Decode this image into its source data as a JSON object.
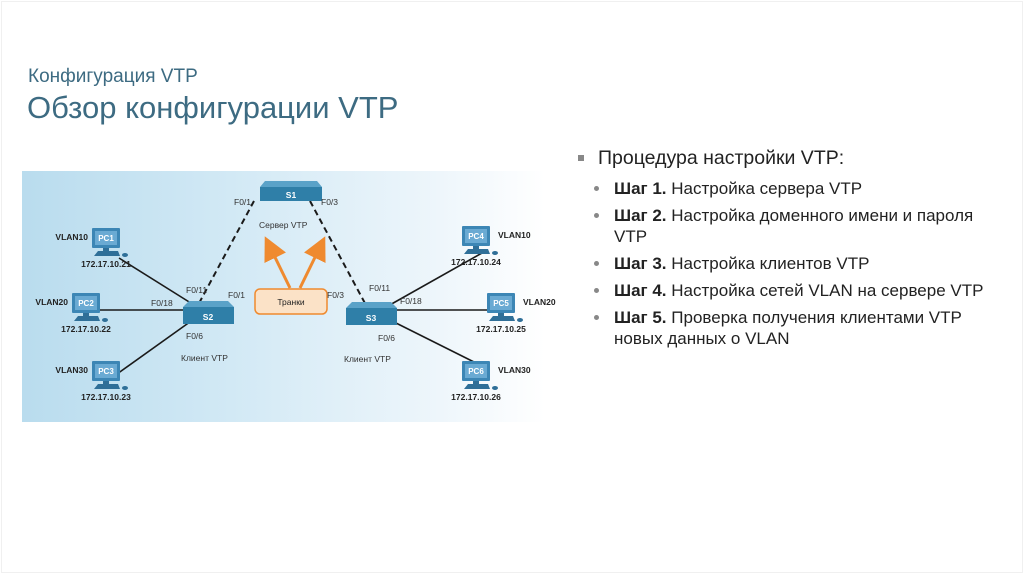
{
  "slide": {
    "subtitle": "Конфигурация VTP",
    "title": "Обзор конфигурации VTP"
  },
  "diagram": {
    "switches": [
      {
        "id": "S1",
        "label": "S1",
        "role": "Сервер VTP"
      },
      {
        "id": "S2",
        "label": "S2",
        "role": "Клиент VTP"
      },
      {
        "id": "S3",
        "label": "S3",
        "role": "Клиент VTP"
      }
    ],
    "pcs": [
      {
        "label": "PC1",
        "vlan": "VLAN10",
        "ip": "172.17.10.21"
      },
      {
        "label": "PC2",
        "vlan": "VLAN20",
        "ip": "172.17.10.22"
      },
      {
        "label": "PC3",
        "vlan": "VLAN30",
        "ip": "172.17.10.23"
      },
      {
        "label": "PC4",
        "vlan": "VLAN10",
        "ip": "172.17.10.24"
      },
      {
        "label": "PC5",
        "vlan": "VLAN20",
        "ip": "172.17.10.25"
      },
      {
        "label": "PC6",
        "vlan": "VLAN30",
        "ip": "172.17.10.26"
      }
    ],
    "ports": {
      "s1_left": "F0/1",
      "s1_right": "F0/3",
      "s2_pc1": "F0/11",
      "s2_pc2": "F0/18",
      "s2_pc3": "F0/6",
      "s2_trunk": "F0/1",
      "s3_trunk": "F0/3",
      "s3_pc4": "F0/11",
      "s3_pc5": "F0/18",
      "s3_pc6": "F0/6"
    },
    "trunk_label": "Транки",
    "colors": {
      "switch": "#2f7fa8",
      "pc": "#3c86b5",
      "trunk_arrow": "#ef8a2f",
      "trunk_box_fill": "#fbe2c7"
    }
  },
  "procedure": {
    "heading": "Процедура настройки VTP:",
    "steps": [
      {
        "label": "Шаг 1.",
        "text": "Настройка сервера VTP"
      },
      {
        "label": "Шаг 2.",
        "text": "Настройка доменного имени и пароля VTP"
      },
      {
        "label": "Шаг 3.",
        "text": "Настройка клиентов VTP"
      },
      {
        "label": "Шаг 4.",
        "text": "Настройка сетей VLAN на сервере VTP"
      },
      {
        "label": "Шаг 5.",
        "text": "Проверка получения клиентами VTP новых данных о VLAN"
      }
    ]
  }
}
